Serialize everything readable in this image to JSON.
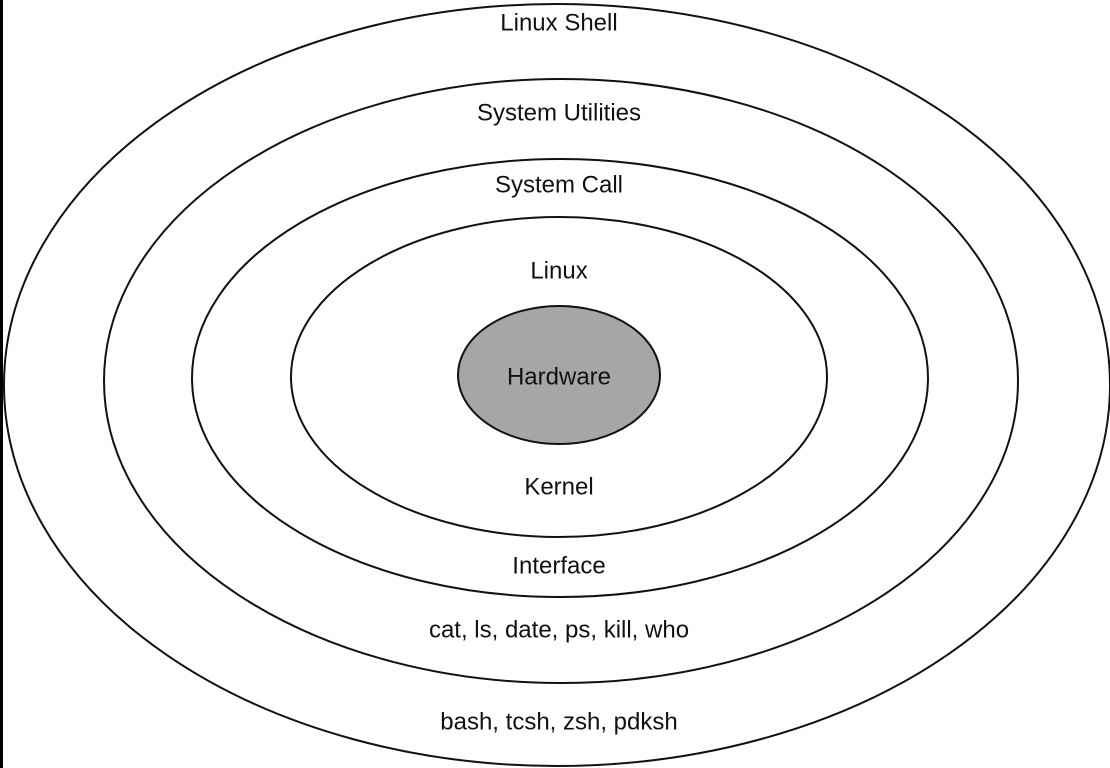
{
  "diagram": {
    "layers": [
      {
        "id": "shell",
        "labels": [
          "Linux Shell",
          "bash, tcsh, zsh, pdksh"
        ]
      },
      {
        "id": "utilities",
        "labels": [
          "System Utilities",
          "cat, ls, date, ps, kill, who"
        ]
      },
      {
        "id": "syscall",
        "labels": [
          "System Call",
          "Interface"
        ]
      },
      {
        "id": "kernel",
        "labels": [
          "Linux",
          "Kernel"
        ]
      },
      {
        "id": "hardware",
        "labels": [
          "Hardware"
        ]
      }
    ],
    "colors": {
      "stroke": "#111111",
      "core_fill": "#a6a6a6",
      "background": "#ffffff",
      "left_edge": "#000000"
    }
  }
}
